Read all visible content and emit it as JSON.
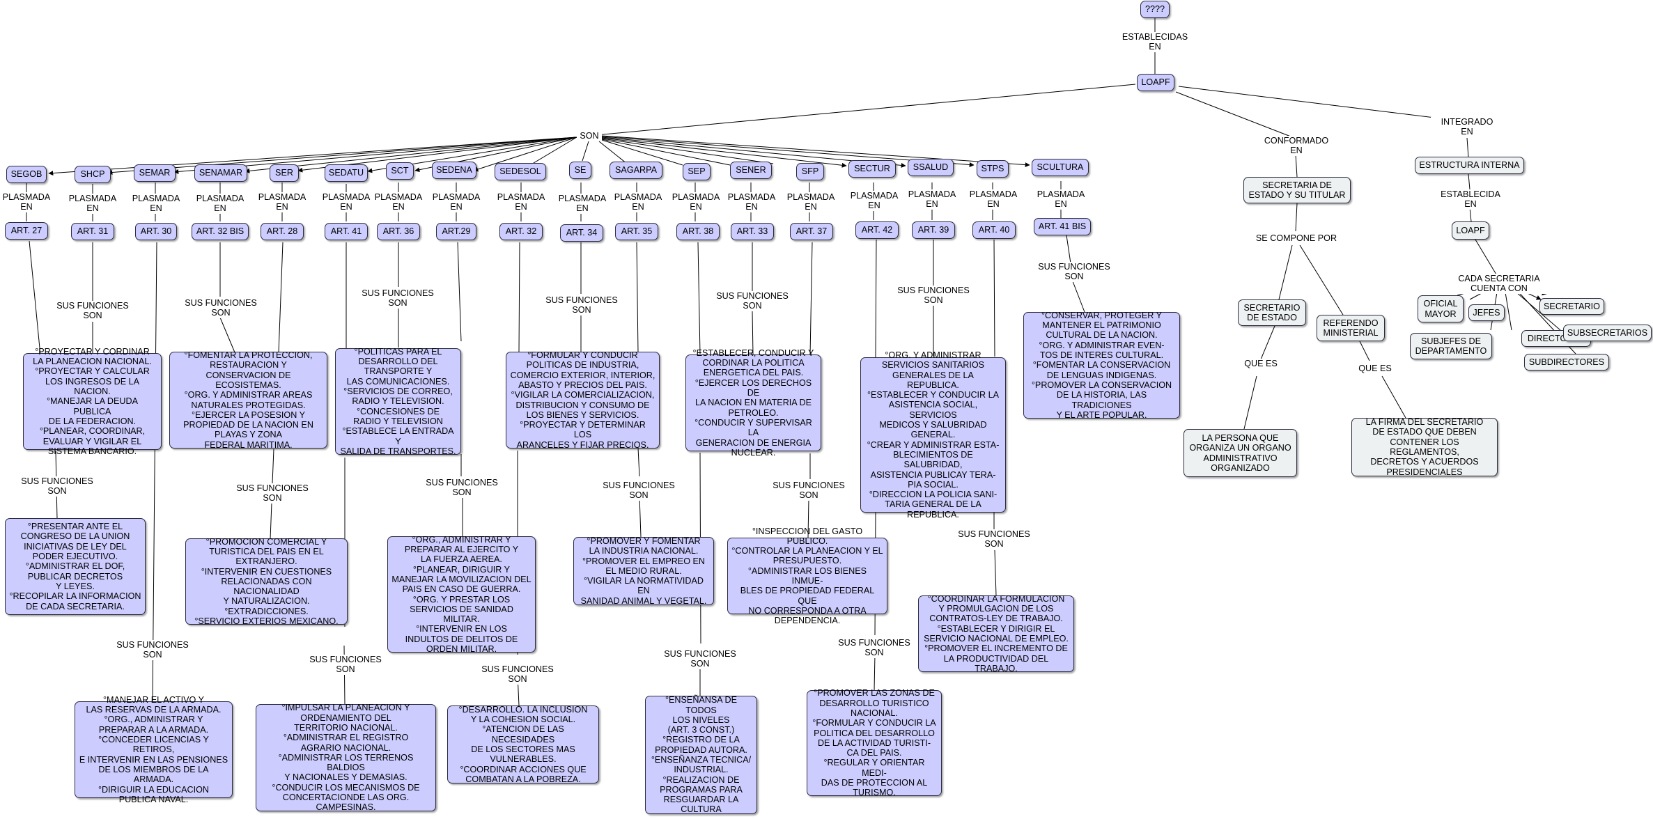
{
  "map": {
    "root": "????",
    "lbl_establecidas": "ESTABLECIDAS\nEN",
    "loapf": "LOAPF",
    "lbl_son": "SON",
    "lbl_conformado": "CONFORMADO\nEN",
    "lbl_integrado": "INTEGRADO\nEN",
    "plasmada": "PLASMADA\nEN",
    "sus_funciones": "SUS FUNCIONES\nSON",
    "secretarias": [
      {
        "sigla": "SEGOB",
        "art": "ART. 27"
      },
      {
        "sigla": "SHCP",
        "art": "ART. 31"
      },
      {
        "sigla": "SEMAR",
        "art": "ART. 30"
      },
      {
        "sigla": "SENAMAR",
        "art": "ART. 32 BIS"
      },
      {
        "sigla": "SER",
        "art": "ART. 28"
      },
      {
        "sigla": "SEDATU",
        "art": "ART. 41"
      },
      {
        "sigla": "SCT",
        "art": "ART. 36"
      },
      {
        "sigla": "SEDENA",
        "art": "ART.29"
      },
      {
        "sigla": "SEDESOL",
        "art": "ART. 32"
      },
      {
        "sigla": "SE",
        "art": "ART. 34"
      },
      {
        "sigla": "SAGARPA",
        "art": "ART. 35"
      },
      {
        "sigla": "SEP",
        "art": "ART. 38"
      },
      {
        "sigla": "SENER",
        "art": "ART. 33"
      },
      {
        "sigla": "SFP",
        "art": "ART. 37"
      },
      {
        "sigla": "SECTUR",
        "art": "ART. 42"
      },
      {
        "sigla": "SSALUD",
        "art": "ART. 39"
      },
      {
        "sigla": "STPS",
        "art": "ART. 40"
      },
      {
        "sigla": "SCULTURA",
        "art": "ART. 41 BIS"
      }
    ],
    "funciones": {
      "shcp": "°PROYECTAR Y CORDINAR\nLA PLANEACION NACIONAL.\n°PROYECTAR Y CALCULAR\nLOS INGRESOS DE LA NACION.\n°MANEJAR LA DEUDA PUBLICA\nDE LA FEDERACION.\n°PLANEAR, COORDINAR,\nEVALUAR Y VIGILAR EL\nSISTEMA BANCARIO.",
      "segob": "°PRESENTAR ANTE EL\nCONGRESO DE LA UNION\nINICIATIVAS DE LEY DEL\nPODER EJECUTIVO.\n°ADMINISTRAR EL DOF,\nPUBLICAR DECRETOS\nY LEYES.\n°RECOPILAR LA INFORMACION\nDE CADA SECRETARIA.",
      "semar": "°MANEJAR EL ACTIVO Y\nLAS RESERVAS DE LA ARMADA.\n°ORG., ADMINISTRAR Y\nPREPARAR A LA ARMADA.\n°CONCEDER LICENCIAS Y RETIROS,\nE INTERVENIR EN LAS PENSIONES\nDE LOS MIEMBROS DE LA ARMADA.\n°DIRIGUIR LA EDUCACION\nPUBLICA NAVAL.",
      "senamar": "°FOMENTAR LA PROTECCION,\nRESTAURACION Y\nCONSERVACION DE ECOSISTEMAS.\n°ORG. Y ADMINISTRAR AREAS\nNATURALES PROTEGIDAS.\n°EJERCER LA POSESION Y\nPROPIEDAD DE LA NACION EN\nPLAYAS Y ZONA\nFEDERAL MARITIMA.",
      "ser": "°PROMOCION COMERCIAL Y\nTURISTICA DEL PAIS EN EL\nEXTRANJERO.\n°INTERVENIR EN CUESTIONES\nRELACIONADAS CON NACIONALIDAD\nY NATURALIZACION.\n°EXTRADICCIONES.\n°SERVICIO EXTERIOS MEXICANO.",
      "sedatu": "°IMPULSAR LA PLANEACION Y\nORDENAMIENTO DEL\nTERRITORIO NACIONAL.\n°ADMINISTRAR EL REGISTRO\nAGRARIO NACIONAL.\n°ADMINISTRAR LOS TERRENOS BALDIOS\nY NACIONALES Y DEMASIAS.\n°CONDUCIR LOS MECANISMOS DE\nCONCERTACIONDE LAS ORG.\nCAMPESINAS.",
      "sct": "°POLITICAS PARA EL\nDESARROLLO DEL\nTRANSPORTE Y\nLAS COMUNICACIONES.\n°SERVICIOS DE CORREO,\nRADIO Y TELEVISION.\n°CONCESIONES DE\nRADIO Y TELEVISION\n°ESTABLECE LA ENTRADA Y\nSALIDA DE TRANSPORTES.",
      "sedena": "°ORG., ADMINISTRAR Y\nPREPARAR AL EJERCITO Y\nLA FUERZA AEREA.\n°PLANEAR, DIRIGUIR Y\nMANEJAR LA MOVILIZACION DEL\nPAIS EN CASO DE GUERRA.\n°ORG. Y PRESTAR LOS\nSERVICIOS DE SANIDAD MILITAR.\n°INTERVENIR EN LOS\nINDULTOS DE DELITOS DE\nORDEN MILITAR.",
      "sedesol": "°DESARROLLO. LA INCLUSION\nY LA COHESION SOCIAL.\n°ATENCION DE LAS NECESIDADES\nDE LOS SECTORES MAS\nVULNERABLES.\n°COORDINAR ACCIONES QUE\nCOMBATAN A LA POBREZA.",
      "se": "°FORMULAR Y CONDUCIR\nPOLITICAS DE INDUSTRIA,\nCOMERCIO EXTERIOR, INTERIOR,\nABASTO Y PRECIOS DEL PAIS.\n°VIGILAR LA COMERCIALIZACION,\nDISTRIBUCION Y CONSUMO DE\nLOS BIENES Y SERVICIOS.\n°PROYECTAR Y DETERMINAR LOS\nARANCELES Y FIJAR PRECIOS.",
      "sagarpa": "°PROMOVER Y FOMENTAR\nLA INDUSTRIA NACIONAL.\n°PROMOVER EL EMPREO EN\nEL MEDIO RURAL.\n°VIGILAR LA NORMATIVIDAD EN\nSANIDAD ANIMAL Y VEGETAL.",
      "sep": "°ENSEÑANSA DE TODOS\nLOS NIVELES\n(ART. 3 CONST.)\n°REGISTRO DE LA\nPROPIEDAD AUTORA.\n°ENSEÑANZA TECNICA/\nINDUSTRIAL.\n°REALIZACION DE\nPROGRAMAS PARA\nRESGUARDAR LA\nCULTURA",
      "sener": "°ESTABLECER, CONDUCIR Y\nCORDINAR LA POLITICA\nENERGETICA DEL PAIS.\n°EJERCER LOS DERECHOS DE\nLA NACION EN MATERIA DE\nPETROLEO.\n°CONDUCIR Y SUPERVISAR LA\nGENERACION DE ENERGIA\nNUCLEAR.",
      "sfp": "°INSPECCION DEL GASTO PUBLICO.\n°CONTROLAR LA PLANEACION Y EL\nPRESUPUESTO.\n°ADMINISTRAR LOS BIENES INMUE-\nBLES DE PROPIEDAD FEDERAL QUE\nNO CORRESPONDA A OTRA\nDEPENDENCIA.",
      "sectur": "°PROMOVER LAS ZONAS DE\nDESARROLLO TURISTICO\nNACIONAL.\n°FORMULAR Y CONDUCIR LA\nPOLITICA DEL DESARROLLO\nDE LA ACTIVIDAD TURISTI-\nCA DEL PAIS.\n°REGULAR Y ORIENTAR MEDI-\nDAS DE PROTECCION AL\nTURISMO.",
      "ssalud": "°ORG. Y ADMINISTRAR\nSERVICIOS SANITARIOS\nGENERALES DE LA\nREPUBLICA.\n°ESTABLECER Y CONDUCIR LA\nASISTENCIA SOCIAL, SERVICIOS\nMEDICOS Y SALUBRIDAD\nGENERAL.\n°CREAR Y ADMINISTRAR ESTA-\nBLECIMIENTOS DE SALUBRIDAD,\nASISTENCIA PUBLICAY TERA-\nPIA SOCIAL.\n°DIRECCION LA POLICIA SANI-\nTARIA GENERAL DE LA\nREPUBLICA.",
      "stps": "°COORDINAR LA FORMULACION\nY PROMULGACION DE LOS\nCONTRATOS-LEY DE TRABAJO.\n°ESTABLECER Y DIRIGIR EL\nSERVICIO NACIONAL DE EMPLEO.\n°PROMOVER EL INCREMENTO DE\nLA PRODUCTIVIDAD DEL TRABAJO.",
      "scultura": "°CONSERVAR, PROTEGER Y\nMANTENER EL PATRIMONIO\nCULTURAL DE LA NACION.\n°ORG. Y ADMINISTRAR EVEN-\nTOS DE INTERES CULTURAL.\n°FOMENTAR LA CONSERVACION\nDE LENGUAS INDIGENAS.\n°PROMOVER LA CONSERVACION\nDE LA HISTORIA, LAS TRADICIONES\nY EL ARTE POPULAR."
    },
    "secretaria_titular": "SECRETARIA DE\nESTADO Y SU TITULAR",
    "lbl_se_compone": "SE COMPONE POR",
    "secretario_estado": "SECRETARIO\nDE ESTADO",
    "referendo": "REFERENDO\nMINISTERIAL",
    "lbl_que_es": "QUE ES",
    "persona": "LA PERSONA QUE\nORGANIZA UN ORGANO\nADMINISTRATIVO\nORGANIZADO",
    "firma": "LA FIRMA DEL SECRETARIO\nDE ESTADO QUE DEBEN\nCONTENER LOS REGLAMENTOS,\nDECRETOS Y ACUERDOS\nPRESIDENCIALES",
    "estructura": "ESTRUCTURA INTERNA",
    "lbl_establecida": "ESTABLECIDA\nEN",
    "loapf2": "LOAPF",
    "lbl_cada": "CADA SECRETARIA\nCUENTA CON",
    "oficial_mayor": "OFICIAL\nMAYOR",
    "jefes": "JEFES",
    "secretario": "SECRETARIO",
    "subjefes": "SUBJEFES DE\nDEPARTAMENTO",
    "directores": "DIRECTORES",
    "subsecretarios": "SUBSECRETARIOS",
    "subdirectores": "SUBDIRECTORES"
  },
  "colors": {
    "node_fill": "#cccdfe",
    "node_grey": "#eef1f2",
    "stroke": "#2b2b40"
  }
}
